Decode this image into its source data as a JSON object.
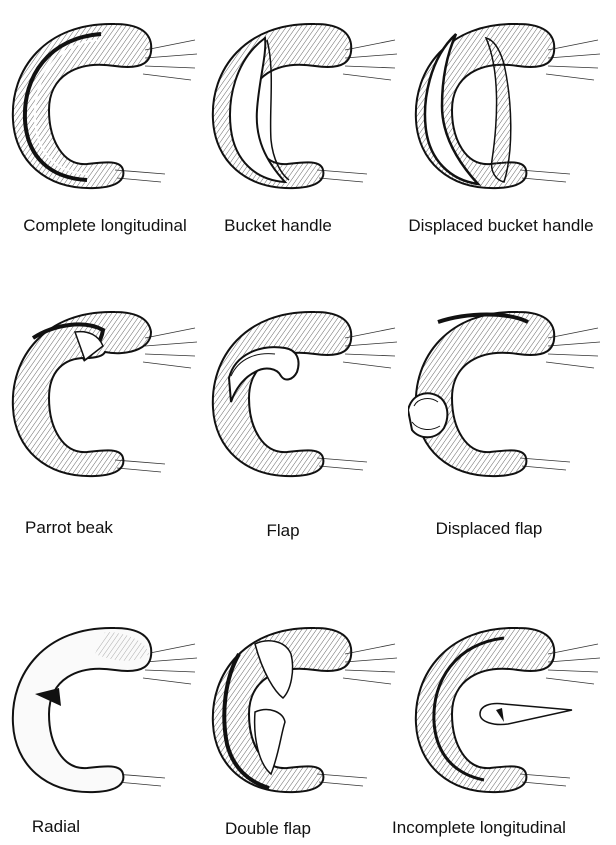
{
  "figure": {
    "items": [
      {
        "label": "Complete longitudinal",
        "variant": "complete-longitudinal"
      },
      {
        "label": "Bucket handle",
        "variant": "bucket-handle"
      },
      {
        "label": "Displaced bucket handle",
        "variant": "displaced-bucket-handle"
      },
      {
        "label": "Parrot beak",
        "variant": "parrot-beak"
      },
      {
        "label": "Flap",
        "variant": "flap"
      },
      {
        "label": "Displaced flap",
        "variant": "displaced-flap"
      },
      {
        "label": "Radial",
        "variant": "radial"
      },
      {
        "label": "Double flap",
        "variant": "double-flap"
      },
      {
        "label": "Incomplete longitudinal",
        "variant": "incomplete-longitudinal"
      }
    ],
    "colors": {
      "ink": "#111111",
      "tissue": "#f4f4f4",
      "hatch": "#555555"
    }
  }
}
